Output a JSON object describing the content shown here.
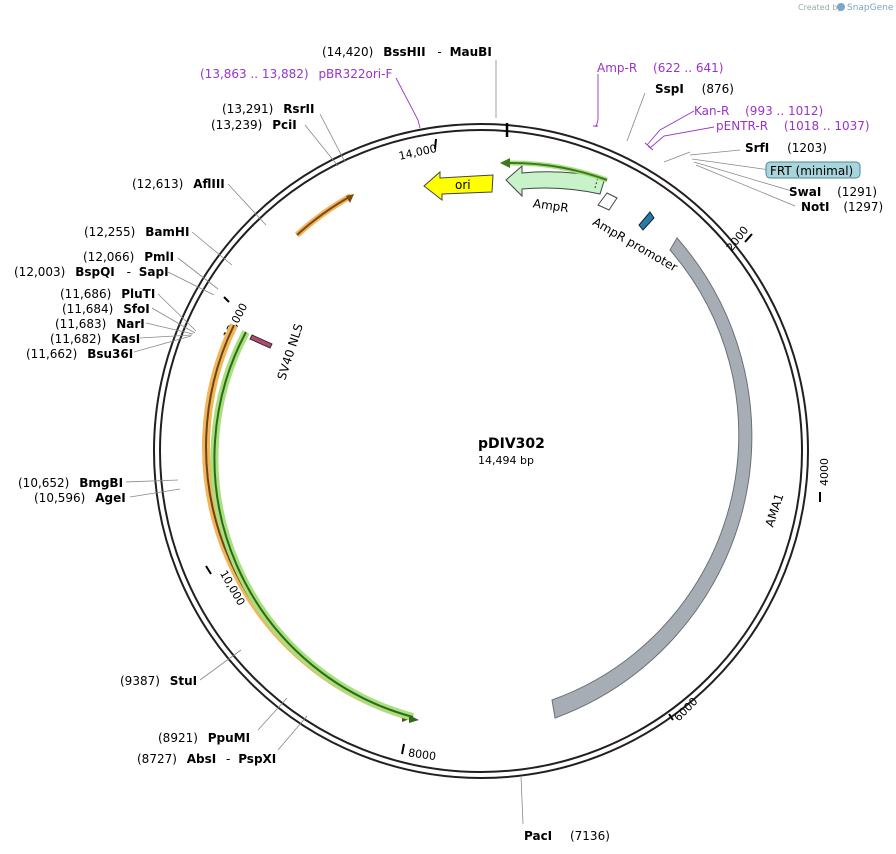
{
  "credit": {
    "prefix": "Created by",
    "brand": "SnapGene"
  },
  "plasmid": {
    "name": "pDIV302",
    "length": "14,494 bp"
  },
  "colors": {
    "backbone": "#231f20",
    "ama1": "#a7adb5",
    "ampr": "#c8f3c8",
    "ori": "#ffff00",
    "orange_feature": "#f2b45c",
    "green_feature": "#a8e07f",
    "primer": "#9933cc",
    "frt": "#a8d4dc"
  },
  "ticks": [
    "2000",
    "4000",
    "6000",
    "8000",
    "10,000",
    "12,000",
    "14,000"
  ],
  "features": {
    "ori": "ori",
    "ampr": "AmpR",
    "ampr_promoter": "AmpR promoter",
    "ama1": "AMA1",
    "sv40": "SV40 NLS",
    "frt": "FRT (minimal)"
  },
  "primers": [
    {
      "name": "pBR322ori-F",
      "pos": "(13,863 .. 13,882)"
    },
    {
      "name": "Amp-R",
      "pos": "(622 .. 641)"
    },
    {
      "name": "Kan-R",
      "pos": "(993 .. 1012)"
    },
    {
      "name": "pENTR-R",
      "pos": "(1018 .. 1037)"
    }
  ],
  "sites": [
    {
      "pos": "(14,420)",
      "name": "BssHII",
      "sep": "-",
      "name2": "MauBI"
    },
    {
      "pos": "(876)",
      "name": "SspI"
    },
    {
      "pos": "(1203)",
      "name": "SrfI"
    },
    {
      "pos": "(1291)",
      "name": "SwaI"
    },
    {
      "pos": "(1297)",
      "name": "NotI"
    },
    {
      "pos": "(13,291)",
      "name": "RsrII"
    },
    {
      "pos": "(13,239)",
      "name": "PciI"
    },
    {
      "pos": "(12,613)",
      "name": "AflIII"
    },
    {
      "pos": "(12,255)",
      "name": "BamHI"
    },
    {
      "pos": "(12,066)",
      "name": "PmlI"
    },
    {
      "pos": "(12,003)",
      "name": "BspQI",
      "sep": "-",
      "name2": "SapI"
    },
    {
      "pos": "(11,686)",
      "name": "PluTI"
    },
    {
      "pos": "(11,684)",
      "name": "SfoI"
    },
    {
      "pos": "(11,683)",
      "name": "NarI"
    },
    {
      "pos": "(11,682)",
      "name": "KasI"
    },
    {
      "pos": "(11,662)",
      "name": "Bsu36I"
    },
    {
      "pos": "(10,652)",
      "name": "BmgBI"
    },
    {
      "pos": "(10,596)",
      "name": "AgeI"
    },
    {
      "pos": "(9387)",
      "name": "StuI"
    },
    {
      "pos": "(8921)",
      "name": "PpuMI"
    },
    {
      "pos": "(8727)",
      "name": "AbsI",
      "sep": "-",
      "name2": "PspXI"
    },
    {
      "pos": "(7136)",
      "name": "PacI"
    }
  ]
}
